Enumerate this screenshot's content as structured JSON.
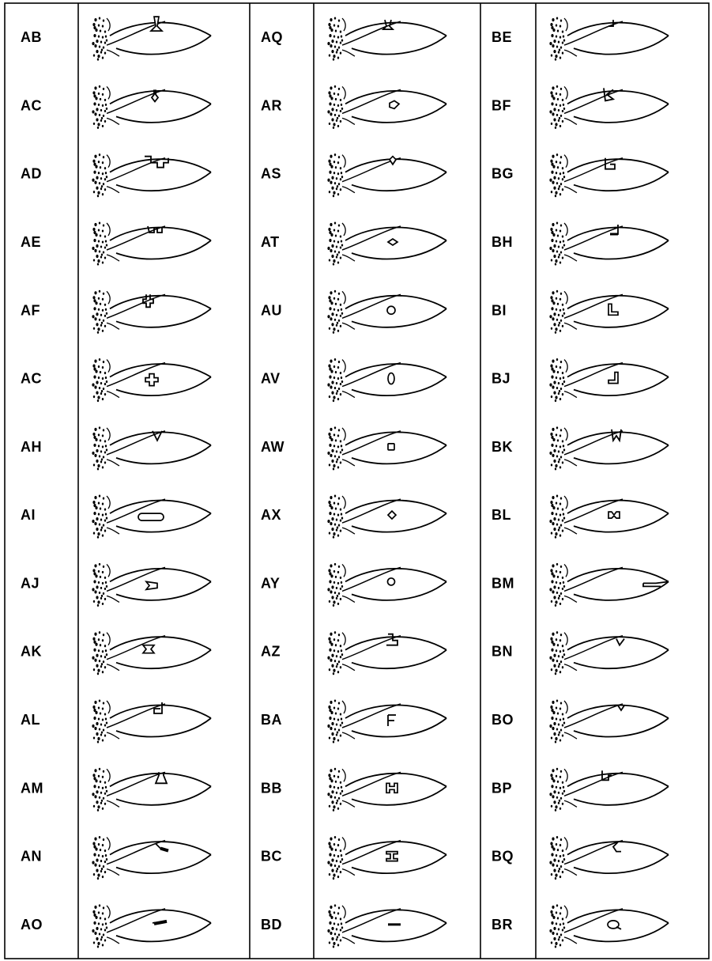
{
  "columns": [
    {
      "rows": [
        {
          "code": "AB",
          "mark": "flared-notch"
        },
        {
          "code": "AC",
          "mark": "keyhole-notch"
        },
        {
          "code": "AD",
          "mark": "wide-square-notch"
        },
        {
          "code": "AE",
          "mark": "double-notch"
        },
        {
          "code": "AF",
          "mark": "cross-notch"
        },
        {
          "code": "AC",
          "mark": "cross-hole"
        },
        {
          "code": "AH",
          "mark": "v-notch"
        },
        {
          "code": "AI",
          "mark": "slot-hole"
        },
        {
          "code": "AJ",
          "mark": "bowtie-hole"
        },
        {
          "code": "AK",
          "mark": "hourglass-hole"
        },
        {
          "code": "AL",
          "mark": "hook-notch"
        },
        {
          "code": "AM",
          "mark": "bell-notch"
        },
        {
          "code": "AN",
          "mark": "slant-cut"
        },
        {
          "code": "AO",
          "mark": "slant-cut-lower"
        }
      ]
    },
    {
      "rows": [
        {
          "code": "AQ",
          "mark": "teardrop-notch"
        },
        {
          "code": "AR",
          "mark": "heart-hole"
        },
        {
          "code": "AS",
          "mark": "diamond-notch"
        },
        {
          "code": "AT",
          "mark": "diamond-hole-flat"
        },
        {
          "code": "AU",
          "mark": "circle-hole"
        },
        {
          "code": "AV",
          "mark": "oval-hole"
        },
        {
          "code": "AW",
          "mark": "square-hole"
        },
        {
          "code": "AX",
          "mark": "diamond-hole"
        },
        {
          "code": "AY",
          "mark": "round-hole"
        },
        {
          "code": "AZ",
          "mark": "step-notch"
        },
        {
          "code": "BA",
          "mark": "f-hole"
        },
        {
          "code": "BB",
          "mark": "h-hole"
        },
        {
          "code": "BC",
          "mark": "i-hole"
        },
        {
          "code": "BD",
          "mark": "dash-hole"
        }
      ]
    },
    {
      "rows": [
        {
          "code": "BE",
          "mark": "j-notch"
        },
        {
          "code": "BF",
          "mark": "k-notch"
        },
        {
          "code": "BG",
          "mark": "g-notch"
        },
        {
          "code": "BH",
          "mark": "l-notch-right"
        },
        {
          "code": "BI",
          "mark": "l-hole"
        },
        {
          "code": "BJ",
          "mark": "reverse-l-hole"
        },
        {
          "code": "BK",
          "mark": "m-notch"
        },
        {
          "code": "BL",
          "mark": "m-hole"
        },
        {
          "code": "BM",
          "mark": "tip-cut"
        },
        {
          "code": "BN",
          "mark": "v-notch-low"
        },
        {
          "code": "BO",
          "mark": "small-notch"
        },
        {
          "code": "BP",
          "mark": "s-notch"
        },
        {
          "code": "BQ",
          "mark": "c-notch"
        },
        {
          "code": "BR",
          "mark": "q-hole"
        }
      ]
    }
  ]
}
